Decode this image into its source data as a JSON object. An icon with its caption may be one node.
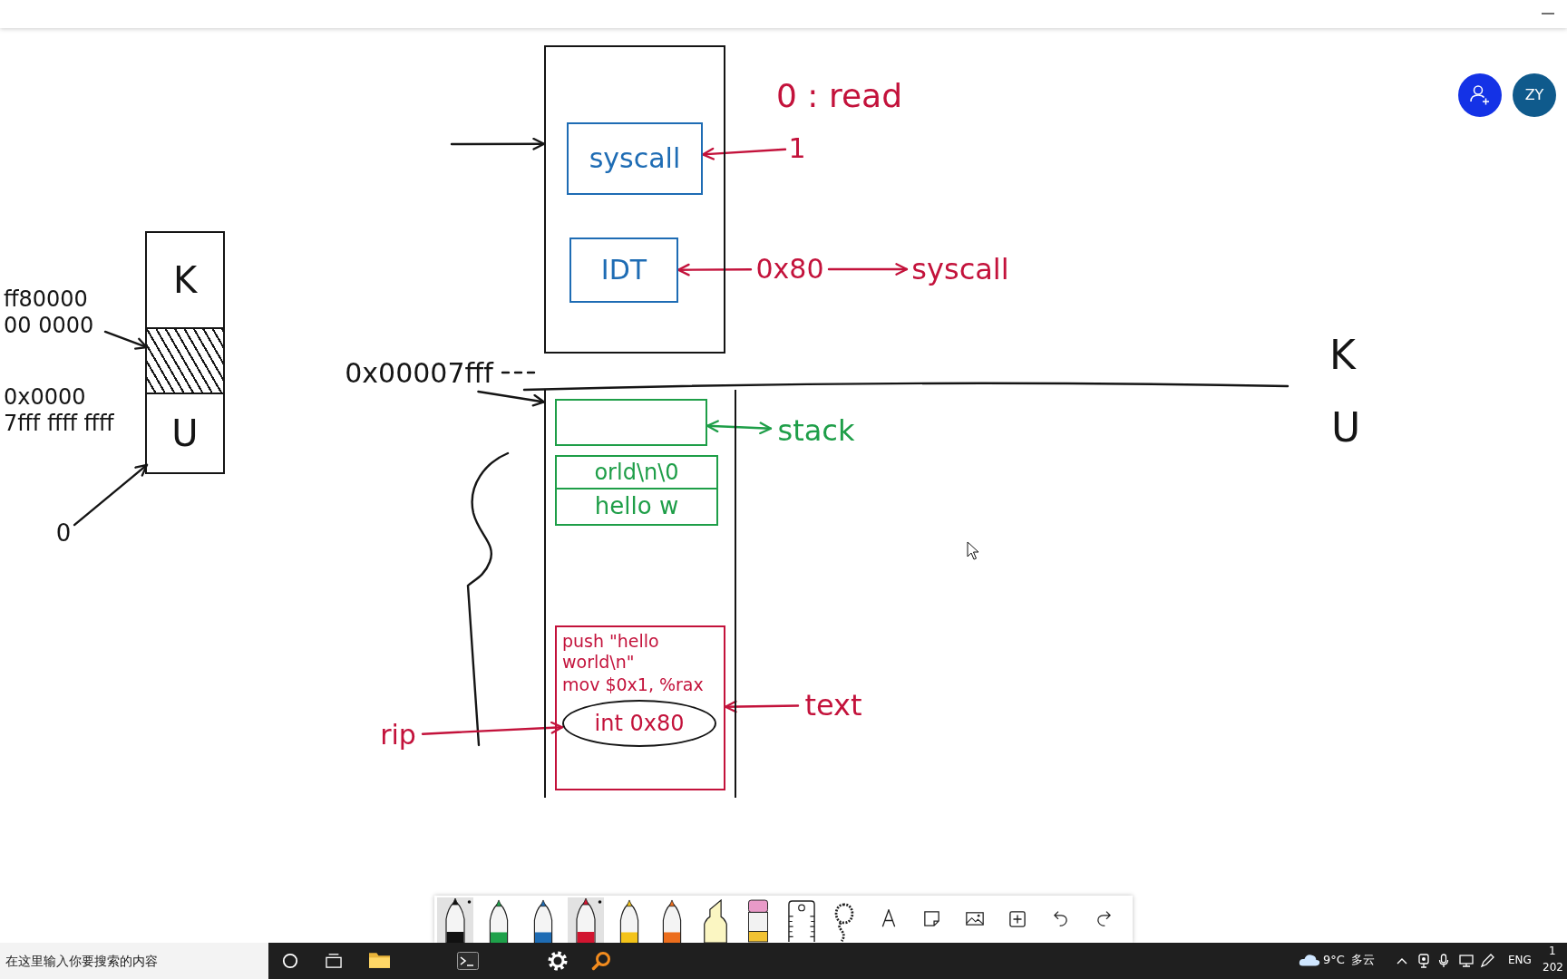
{
  "diagram": {
    "nodes": [
      {
        "text": [],
        "shape": "box"
      },
      {
        "text": [
          "syscall"
        ],
        "in": 0
      },
      {
        "text": [
          "IDT"
        ],
        "in": 0
      },
      {
        "text": [
          "1"
        ]
      },
      {
        "text": [
          "0x80"
        ]
      },
      {
        "text": [
          "syscall"
        ]
      },
      {
        "text": [],
        "shape": "box"
      },
      {
        "text": [
          "K"
        ],
        "in": 6
      },
      {
        "text": [],
        "shape": "box",
        "in": 6
      },
      {
        "text": [
          "U"
        ],
        "in": 6
      },
      {
        "text": [
          "ff80000 00 0000"
        ]
      },
      {
        "text": [
          "0"
        ]
      },
      {
        "text": [
          "0x00007fff"
        ]
      },
      {
        "text": [],
        "shape": "box"
      },
      {
        "text": [],
        "shape": "box",
        "in": 13
      },
      {
        "text": [
          "orld\\n\\0"
        ],
        "in": 13
      },
      {
        "text": [
          "hello w"
        ],
        "in": 13
      },
      {
        "text": [
          "push \"hello world\\n\"",
          "mov $0x1, %rax"
        ],
        "in": 13
      },
      {
        "text": [
          "int 0x80"
        ],
        "in": 17
      },
      {
        "text": [
          "stack"
        ]
      },
      {
        "text": [
          "text"
        ]
      },
      {
        "text": [
          "rip"
        ]
      }
    ],
    "edges": [
      {
        "from": null,
        "to": 0,
        "arrow": "to",
        "color": "#151515"
      },
      {
        "from": 3,
        "to": 1,
        "arrow": "to"
      },
      {
        "from": 4,
        "to": 2,
        "arrow": "to"
      },
      {
        "from": 4,
        "to": 5,
        "arrow": "to"
      },
      {
        "from": 10,
        "to": 8,
        "arrow": "to",
        "color": "#151515"
      },
      {
        "from": 11,
        "to": 9,
        "arrow": "to",
        "color": "#151515"
      },
      {
        "from": 12,
        "to": 13,
        "arrow": "to",
        "color": "#151515"
      },
      {
        "from": 19,
        "to": 14,
        "arrow": "both",
        "color": "#1e9e48"
      },
      {
        "from": 20,
        "to": 17,
        "arrow": "to"
      },
      {
        "from": 21,
        "to": 18,
        "arrow": "to"
      }
    ],
    "labels": [
      "0 : read",
      "0x0000 7fff ffff ffff",
      "K",
      "U",
      "ZY",
      "在这里输入你要搜索的内容",
      "9°C",
      "多云",
      "ENG",
      "1",
      "202"
    ]
  }
}
